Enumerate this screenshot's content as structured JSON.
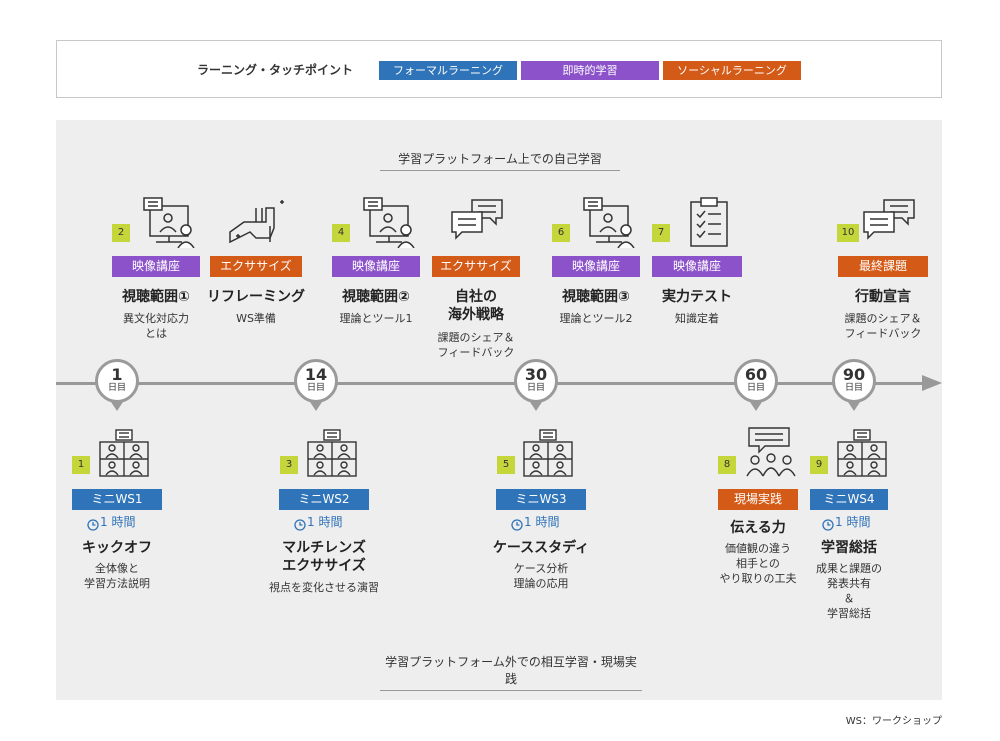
{
  "legend": {
    "title": "ラーニング・タッチポイント",
    "formal": "フォーマルラーニング",
    "immediate": "即時的学習",
    "social": "ソーシャルラーニング"
  },
  "sections": {
    "top": "学習プラットフォーム上での自己学習",
    "bottom": "学習プラットフォーム外での相互学習・現場実践"
  },
  "milestones": [
    {
      "day": "1",
      "unit": "日目"
    },
    {
      "day": "14",
      "unit": "日目"
    },
    {
      "day": "30",
      "unit": "日目"
    },
    {
      "day": "60",
      "unit": "日目"
    },
    {
      "day": "90",
      "unit": "日目"
    }
  ],
  "top_items": [
    {
      "num": "2",
      "tag": "映像講座",
      "title": "視聴範囲①",
      "desc1": "異文化対応力",
      "desc2": "とは"
    },
    {
      "tag": "エクササイズ",
      "title": "リフレーミング",
      "desc1": "WS準備"
    },
    {
      "num": "4",
      "tag": "映像講座",
      "title": "視聴範囲②",
      "desc1": "理論とツール1"
    },
    {
      "tag": "エクササイズ",
      "title1": "自社の",
      "title2": "海外戦略",
      "desc1": "課題のシェア＆",
      "desc2": "フィードバック"
    },
    {
      "num": "6",
      "tag": "映像講座",
      "title": "視聴範囲③",
      "desc1": "理論とツール2"
    },
    {
      "num": "7",
      "tag": "映像講座",
      "title": "実力テスト",
      "desc1": "知識定着"
    },
    {
      "num": "10",
      "tag": "最終課題",
      "title": "行動宣言",
      "desc1": "課題のシェア＆",
      "desc2": "フィードバック"
    }
  ],
  "bottom_items": [
    {
      "num": "1",
      "tag": "ミニWS1",
      "time": "1 時間",
      "title": "キックオフ",
      "desc1": "全体像と",
      "desc2": "学習方法説明"
    },
    {
      "num": "3",
      "tag": "ミニWS2",
      "time": "1 時間",
      "title1": "マルチレンズ",
      "title2": "エクササイズ",
      "desc1": "視点を変化させる演習"
    },
    {
      "num": "5",
      "tag": "ミニWS3",
      "time": "1 時間",
      "title": "ケーススタディ",
      "desc1": "ケース分析",
      "desc2": "理論の応用"
    },
    {
      "num": "8",
      "tag": "現場実践",
      "title": "伝える力",
      "desc1": "価値観の違う",
      "desc2": "相手との",
      "desc3": "やり取りの工夫"
    },
    {
      "num": "9",
      "tag": "ミニWS4",
      "time": "1 時間",
      "title": "学習総括",
      "desc1": "成果と課題の",
      "desc2": "発表共有",
      "desc3": "＆",
      "desc4": "学習総括"
    }
  ],
  "footnote": "WS：ワークショップ"
}
